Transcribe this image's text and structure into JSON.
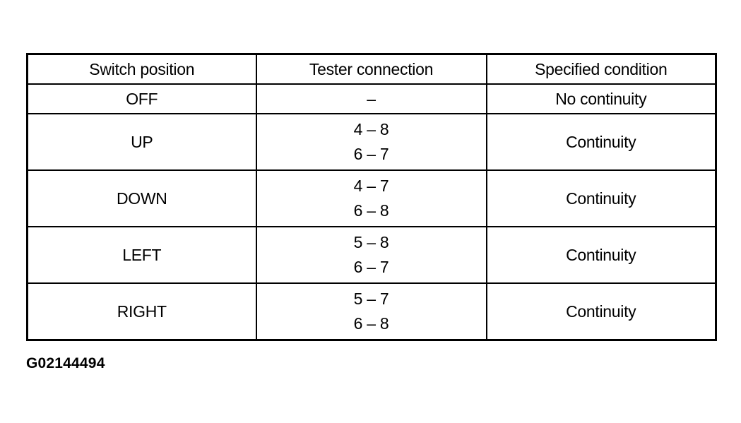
{
  "table": {
    "headers": [
      "Switch position",
      "Tester connection",
      "Specified condition"
    ],
    "rows": [
      {
        "position": "OFF",
        "connections": [
          "–"
        ],
        "condition": "No continuity"
      },
      {
        "position": "UP",
        "connections": [
          "4 – 8",
          "6 – 7"
        ],
        "condition": "Continuity"
      },
      {
        "position": "DOWN",
        "connections": [
          "4 – 7",
          "6 – 8"
        ],
        "condition": "Continuity"
      },
      {
        "position": "LEFT",
        "connections": [
          "5 – 8",
          "6 – 7"
        ],
        "condition": "Continuity"
      },
      {
        "position": "RIGHT",
        "connections": [
          "5 – 7",
          "6 – 8"
        ],
        "condition": "Continuity"
      }
    ]
  },
  "figure_id": "G02144494"
}
